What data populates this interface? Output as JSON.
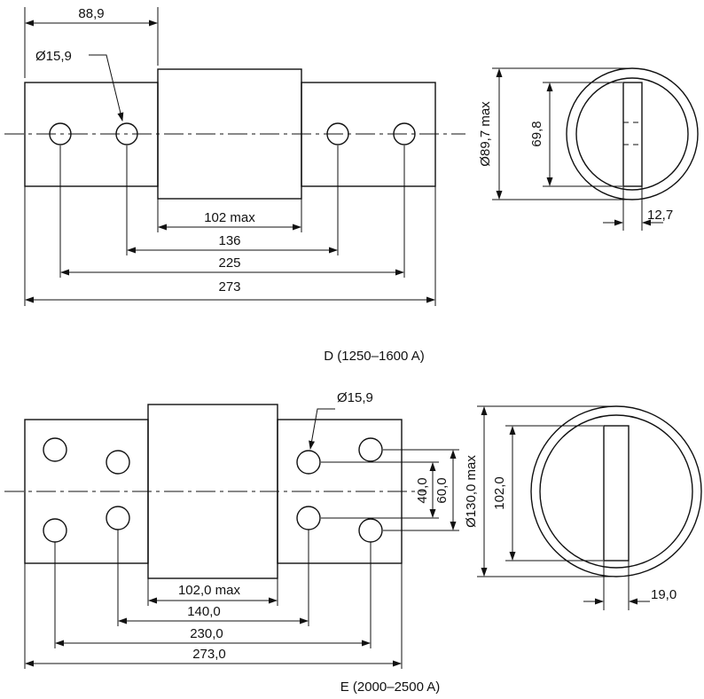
{
  "fuse_d": {
    "caption": "D (1250–1600 A)",
    "dims": {
      "contact_length": "88,9",
      "hole_diameter": "Ø15,9",
      "body_max": "102 max",
      "inner_hole_spacing": "136",
      "outer_hole_spacing": "225",
      "overall_length": "273",
      "body_diameter": "Ø89,7 max",
      "blade_height": "69,8",
      "blade_width": "12,7"
    }
  },
  "fuse_e": {
    "caption": "E (2000–2500 A)",
    "dims": {
      "hole_diameter": "Ø15,9",
      "body_max": "102,0 max",
      "inner_hole_spacing": "140,0",
      "outer_hole_spacing": "230,0",
      "overall_length": "273,0",
      "hole_vertical_spacing": "40,0",
      "hole_vertical_outer": "60,0",
      "body_diameter": "Ø130,0 max",
      "blade_height": "102,0",
      "blade_width": "19,0"
    }
  }
}
